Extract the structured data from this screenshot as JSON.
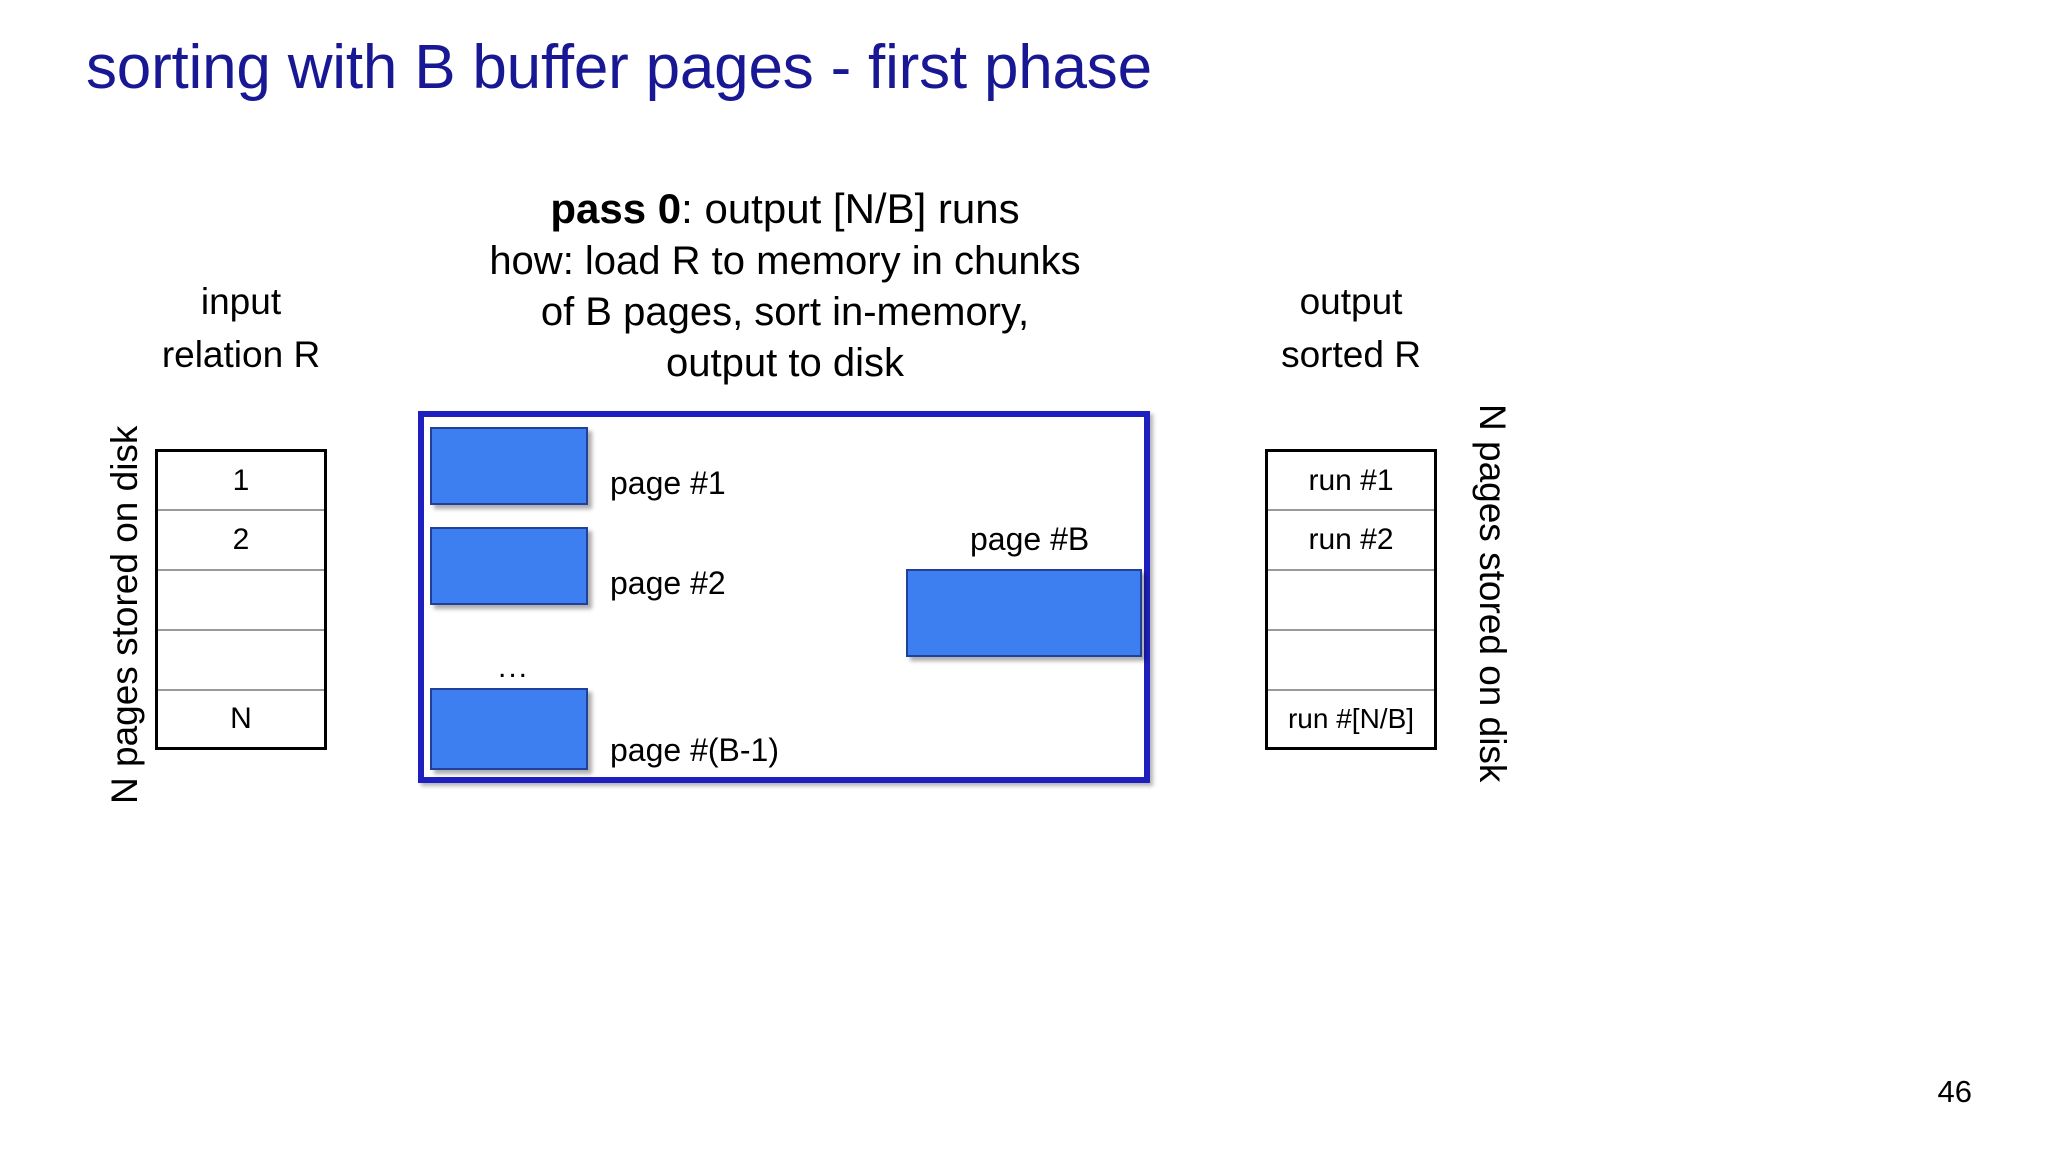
{
  "slide": {
    "title": "sorting with B buffer pages - first phase",
    "title_color": "#181894",
    "page_number": "46",
    "background": "#ffffff"
  },
  "center_text": {
    "heading_bold": "pass 0",
    "heading_rest": ": output [N/B] runs",
    "line2": "how: load R to memory in chunks",
    "line3": "of B pages, sort in-memory,",
    "line4": "output to disk"
  },
  "input_side": {
    "label_line1": "input",
    "label_line2": "relation R",
    "vertical_label": "N pages stored on disk",
    "rows": [
      "1",
      "2",
      "",
      "",
      "N"
    ]
  },
  "output_side": {
    "label_line1": "output",
    "label_line2": "sorted R",
    "vertical_label": "N pages stored on disk",
    "rows": [
      "run #1",
      "run #2",
      "",
      "",
      "run #[N/B]"
    ]
  },
  "memory": {
    "border_color": "#1f1fc0",
    "page_fill": "#3d7ef0",
    "page_border": "#20409a",
    "pages": [
      {
        "caption": "page #1"
      },
      {
        "caption": "page #2"
      },
      {
        "caption": "page #(B-1)"
      },
      {
        "caption": "page #B"
      }
    ],
    "ellipsis": "..."
  }
}
